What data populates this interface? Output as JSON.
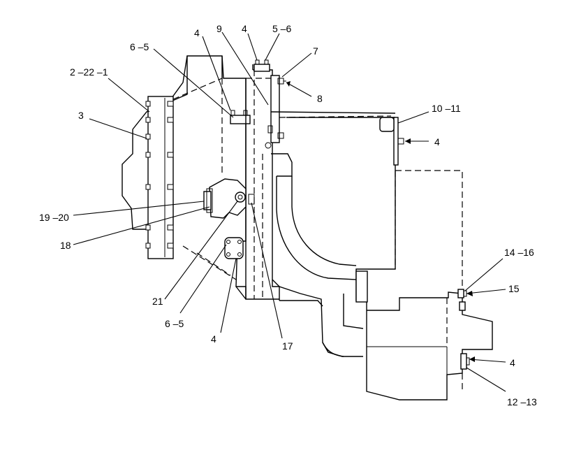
{
  "callouts": {
    "c_2_22_1": "2 –22 –1",
    "c_3": "3",
    "c_6_5_top": "6 –5",
    "c_4_top_a": "4",
    "c_9": "9",
    "c_4_top_b": "4",
    "c_5_6": "5 –6",
    "c_7": "7",
    "c_8": "8",
    "c_10_11": "10 –11",
    "c_4_right_a": "4",
    "c_19_20": "19 –20",
    "c_18": "18",
    "c_21": "21",
    "c_6_5_bottom": "6 –5",
    "c_4_bottom": "4",
    "c_17": "17",
    "c_14_16": "14 –16",
    "c_15": "15",
    "c_4_right_b": "4",
    "c_12_13": "12 –13"
  }
}
